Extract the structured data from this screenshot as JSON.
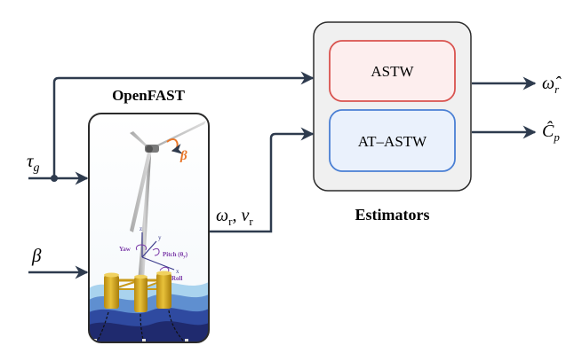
{
  "diagram": {
    "openfast_label": "OpenFAST",
    "estimators_label": "Estimators",
    "estimator_1": "ASTW",
    "estimator_2": "AT–ASTW",
    "inputs": {
      "tau_base": "τ",
      "tau_sub": "g",
      "beta": "β"
    },
    "mid_signal": {
      "omega": "ω",
      "omega_sub": "r",
      "sep": ", ",
      "v": "v",
      "v_sub": "r"
    },
    "outputs": {
      "omega_hat": "ω̂",
      "omega_hat_sub": "r",
      "cp_hat": "Ĉ",
      "cp_hat_sub": "p"
    },
    "turbine": {
      "beta_label": "β",
      "yaw": "Yaw",
      "pitch": "Pitch (θ",
      "pitch_sub": "y",
      "pitch_close": ")",
      "roll": "Roll",
      "axis_z": "z",
      "axis_y": "y",
      "axis_x": "x"
    }
  },
  "colors": {
    "line": "#2e3b4e",
    "astw_border": "#d9534f",
    "astw_fill": "#fdeeee",
    "atastw_border": "#4a7fd4",
    "atastw_fill": "#eaf1fc",
    "estimators_fill": "#f0f0f0",
    "platform": "#d8a821",
    "wave_dark": "#1f2a6e",
    "pitch_purple": "#7b3aa8",
    "beta_orange": "#e8772a"
  }
}
